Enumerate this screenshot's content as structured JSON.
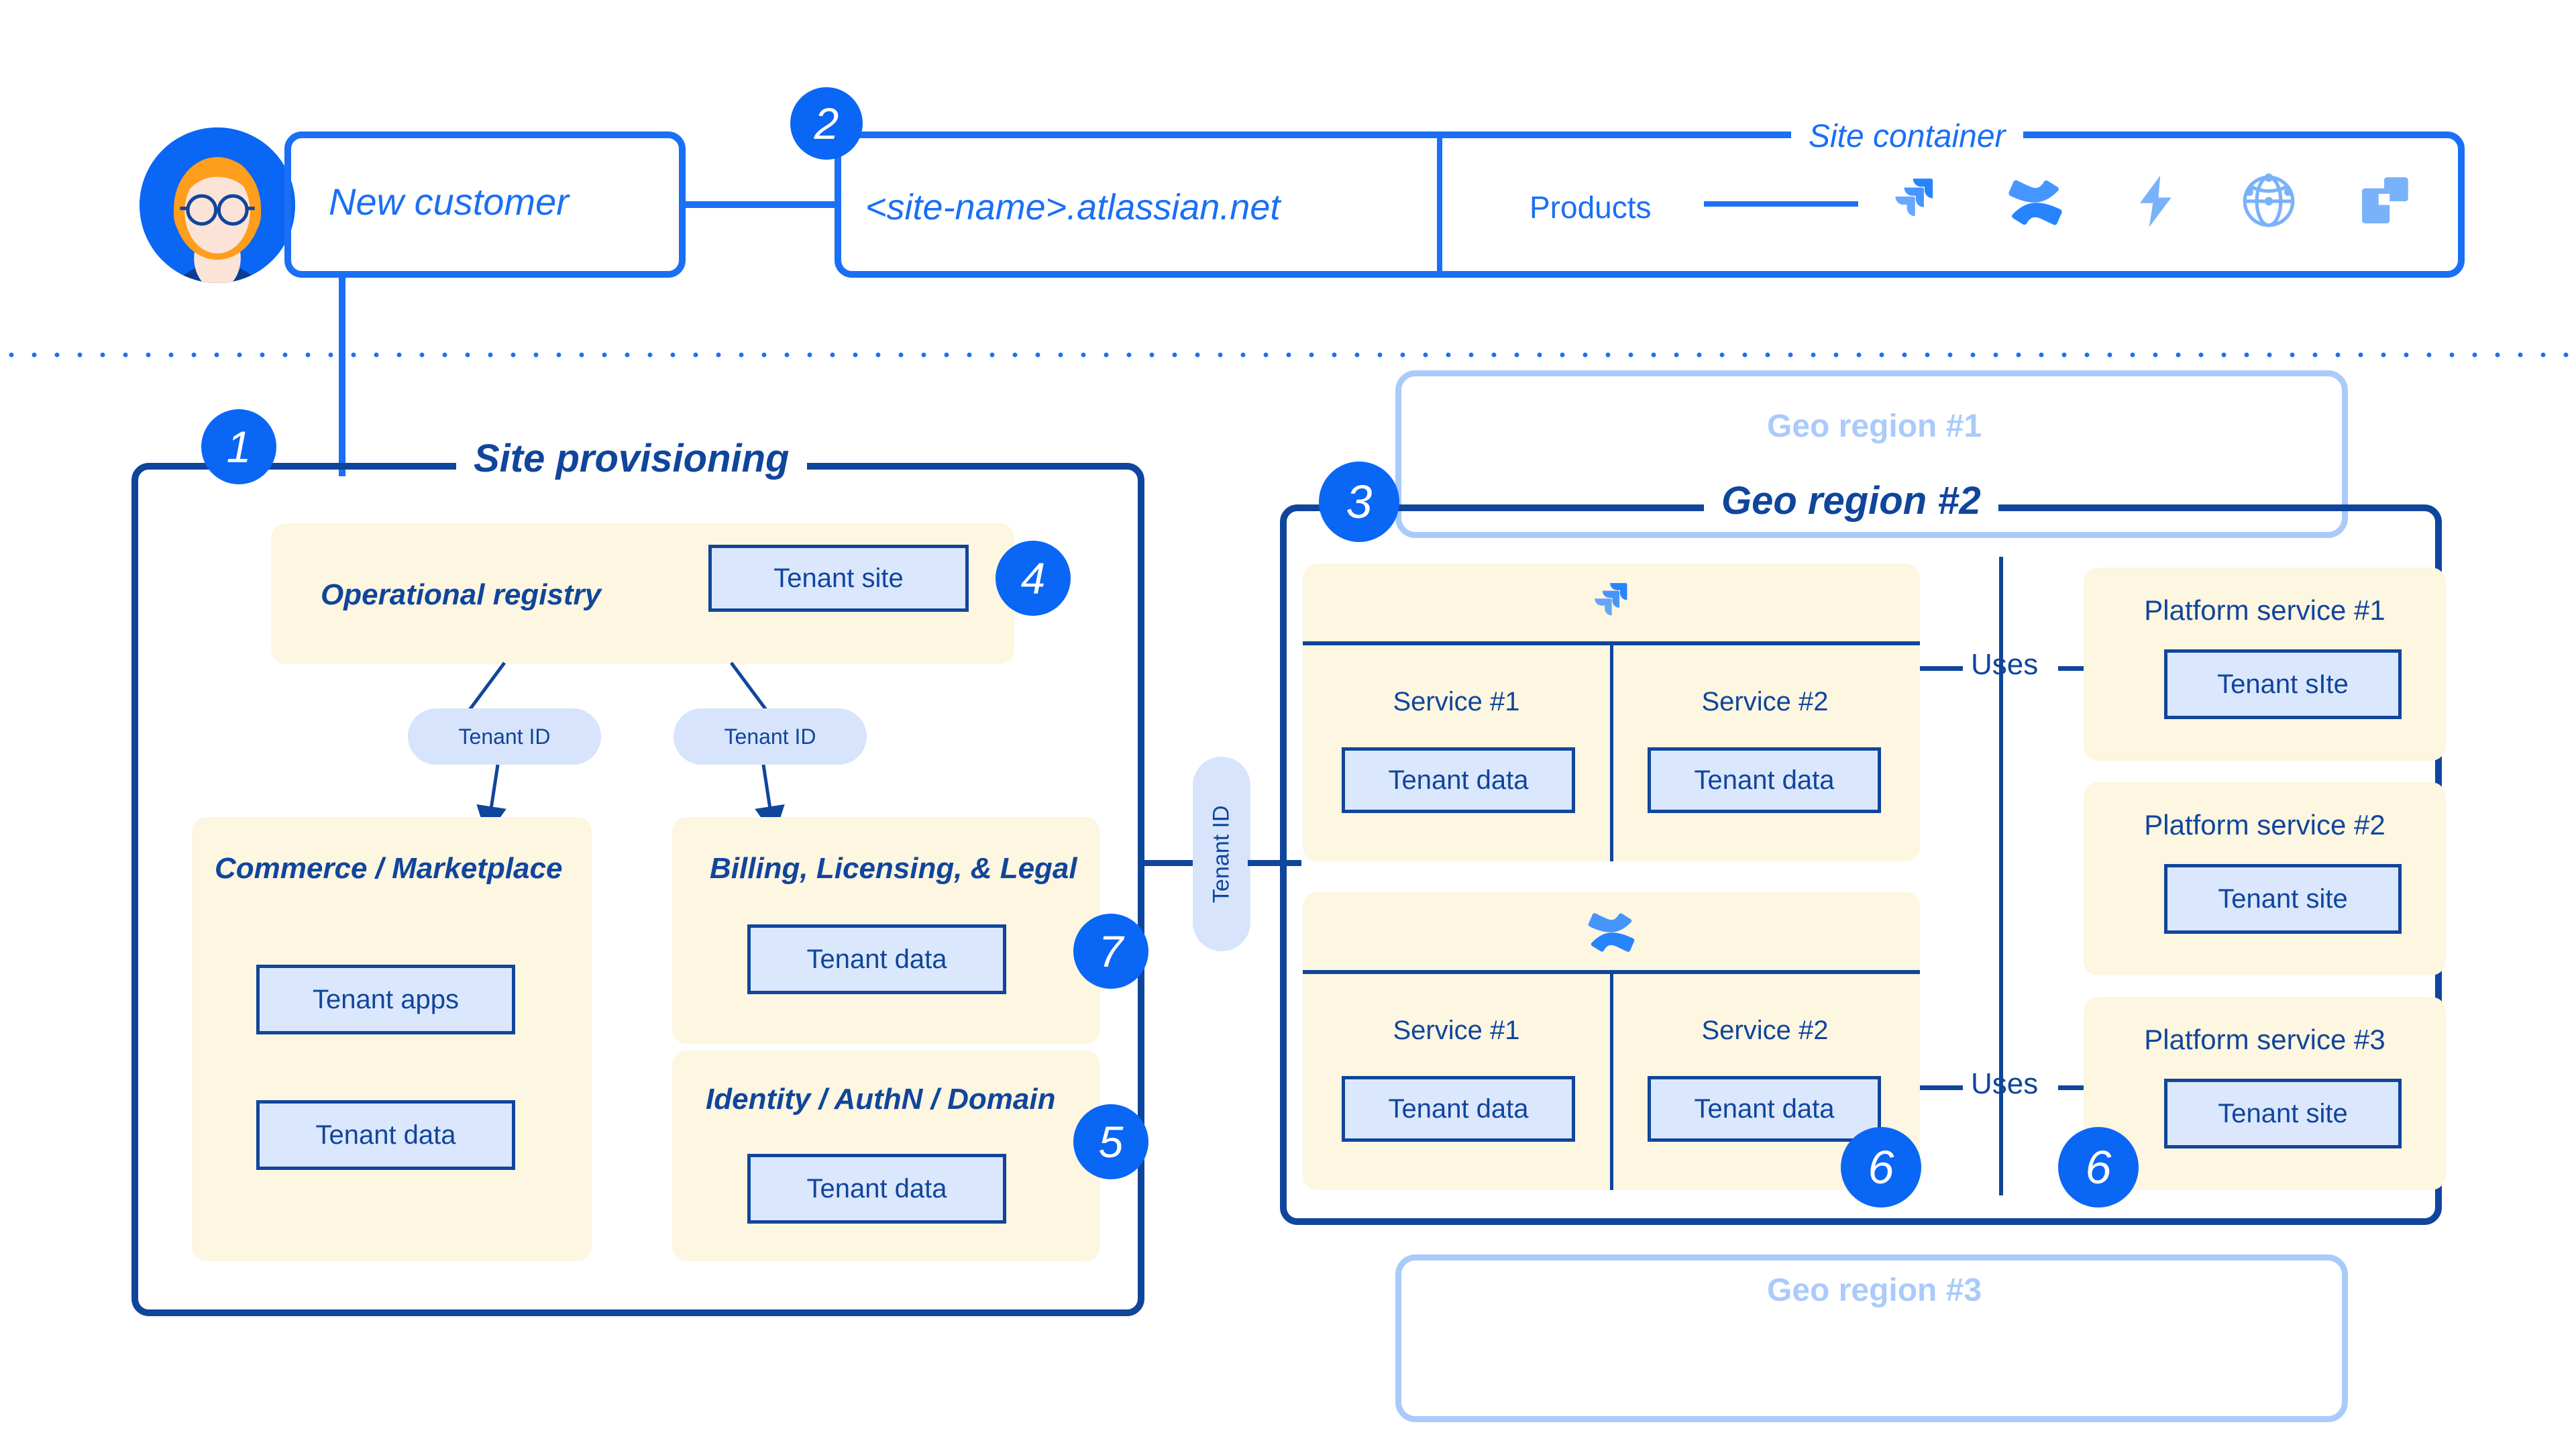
{
  "customer": {
    "label": "New customer",
    "avatar": "customer-avatar"
  },
  "site": {
    "url_label": "<site-name>.atlassian.net",
    "container_label": "Site container",
    "products_label": "Products",
    "product_icons": [
      "jira-icon",
      "confluence-icon",
      "jira-service-management-icon",
      "compass-icon",
      "trello-icon"
    ]
  },
  "badges": [
    {
      "n": "1"
    },
    {
      "n": "2"
    },
    {
      "n": "3"
    },
    {
      "n": "4"
    },
    {
      "n": "5"
    },
    {
      "n": "6"
    },
    {
      "n": "6"
    },
    {
      "n": "7"
    }
  ],
  "provisioning": {
    "title": "Site provisioning",
    "registry": {
      "title": "Operational registry",
      "tenant_site": "Tenant site"
    },
    "tenant_id_left": "Tenant ID",
    "tenant_id_right": "Tenant ID",
    "commerce": {
      "title": "Commerce / Marketplace",
      "tenant_apps": "Tenant apps",
      "tenant_data": "Tenant data"
    },
    "billing": {
      "title": "Billing, Licensing, & Legal",
      "tenant_data": "Tenant data"
    },
    "identity": {
      "title": "Identity / AuthN / Domain",
      "tenant_data": "Tenant data"
    }
  },
  "connector": {
    "tenant_id": "Tenant ID"
  },
  "regions": {
    "region1_label": "Geo region #1",
    "region2_label": "Geo region #2",
    "region3_label": "Geo region #3"
  },
  "product_groups": [
    {
      "icon": "jira-icon",
      "services": [
        {
          "name": "Service #1",
          "data": "Tenant data"
        },
        {
          "name": "Service #2",
          "data": "Tenant data"
        }
      ]
    },
    {
      "icon": "confluence-icon",
      "services": [
        {
          "name": "Service #1",
          "data": "Tenant data"
        },
        {
          "name": "Service #2",
          "data": "Tenant data"
        }
      ]
    }
  ],
  "uses_label_top": "Uses",
  "uses_label_bottom": "Uses",
  "platform_services": [
    {
      "title": "Platform service #1",
      "item": "Tenant sIte"
    },
    {
      "title": "Platform service #2",
      "item": "Tenant site"
    },
    {
      "title": "Platform service #3",
      "item": "Tenant site"
    }
  ],
  "colors": {
    "bright_blue": "#1a6ff5",
    "navy": "#10459c",
    "badge_blue": "#0a66f5",
    "cream": "#fdf6e0",
    "tenant_fill": "#dbe7fc",
    "ghost_blue": "#a9cbfb"
  }
}
